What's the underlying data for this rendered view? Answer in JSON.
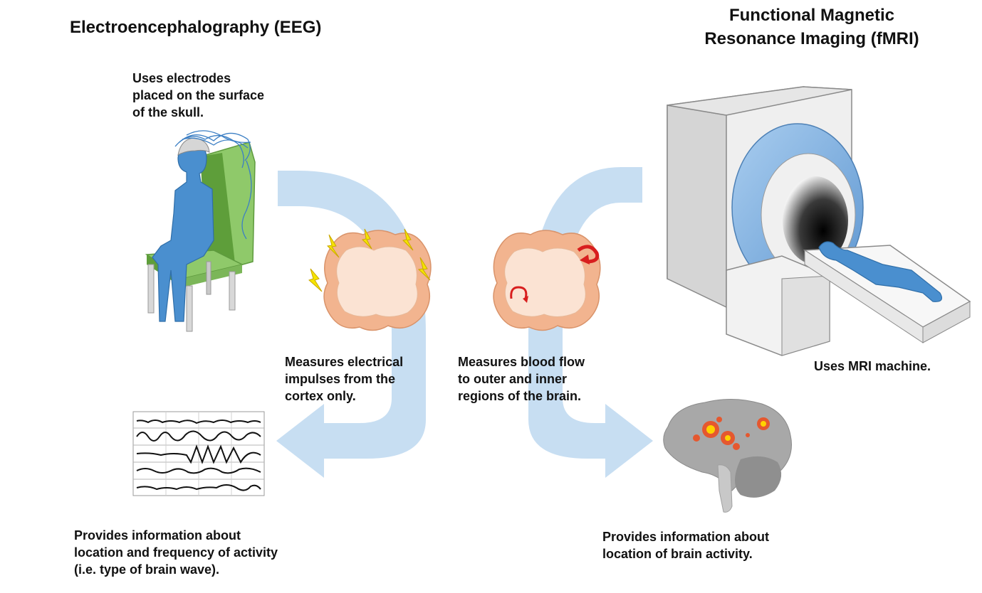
{
  "eeg": {
    "title": "Electroencephalography (EEG)",
    "electrodes_caption": [
      "Uses electrodes",
      "placed on the surface",
      "of the skull."
    ],
    "measures_caption": [
      "Measures electrical",
      "impulses from the",
      "cortex only."
    ],
    "provides_caption": [
      "Provides information about",
      "location and frequency of activity",
      "(i.e. type of brain wave)."
    ]
  },
  "fmri": {
    "title": [
      "Functional Magnetic",
      "Resonance Imaging (fMRI)"
    ],
    "machine_caption": "Uses MRI machine.",
    "measures_caption": [
      "Measures blood flow",
      "to outer and inner",
      "regions of the brain."
    ],
    "provides_caption": [
      "Provides information about",
      "location of brain activity."
    ]
  },
  "colors": {
    "arrow": "#c7def2",
    "person": "#4a8fcf",
    "chair": "#8fc96a",
    "brain_outer": "#f2b48f",
    "brain_inner": "#fbe3d3",
    "lightning": "#f5e400",
    "blood_flow": "#d81e1e",
    "machine_ring": "#7aaee0",
    "activation": "#f04a1a"
  }
}
